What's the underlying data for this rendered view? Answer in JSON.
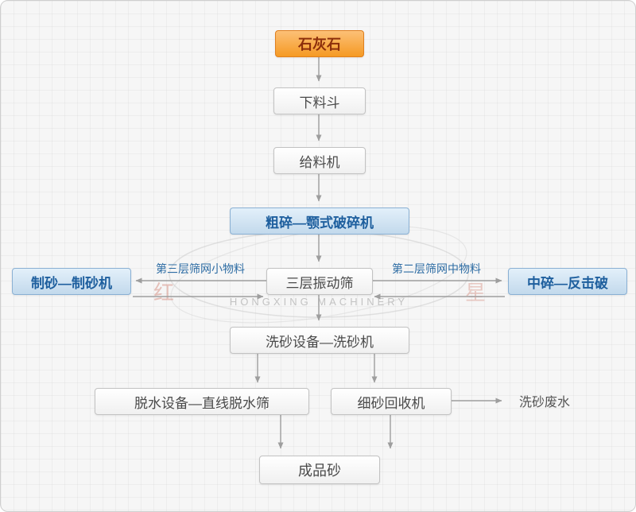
{
  "diagram": {
    "nodes": {
      "limestone": "石灰石",
      "hopper": "下料斗",
      "feeder": "给料机",
      "jaw_crusher": "粗碎—颚式破碎机",
      "vibrating_screen": "三层振动筛",
      "sand_maker": "制砂—制砂机",
      "impact_crusher": "中碎—反击破",
      "sand_washer": "洗砂设备—洗砂机",
      "dewatering_screen": "脱水设备—直线脱水筛",
      "fine_sand_recycler": "细砂回收机",
      "waste_water": "洗砂废水",
      "finished_sand": "成品砂"
    },
    "edge_labels": {
      "third_layer_small": "第三层筛网小物料",
      "second_layer_medium": "第二层筛网中物料"
    }
  },
  "watermark": {
    "seal_left": "红",
    "seal_right": "星",
    "brand_en": "HONGXING MACHINERY"
  },
  "colors": {
    "accent_orange": "#f59a23",
    "accent_blue": "#1e5f9e",
    "node_border": "#c2c2c2",
    "arrow": "#9e9e9e",
    "edge_label_blue": "#2e6da4"
  }
}
